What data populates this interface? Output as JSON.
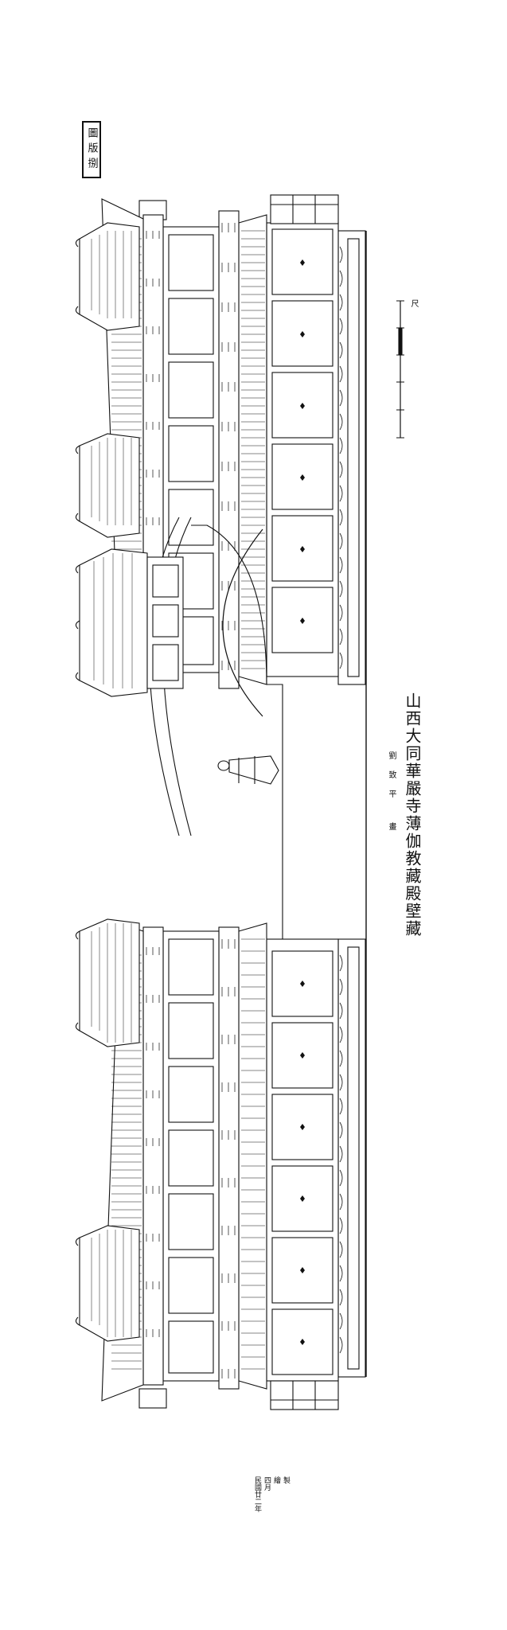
{
  "sheet_label": "圖版捌",
  "title": "山西大同華嚴寺薄伽教藏殿壁藏",
  "author": "劉致平 畫",
  "date_lines": [
    "民國廿二年",
    "四月",
    "繪",
    "製"
  ],
  "scale_unit": "尺"
}
